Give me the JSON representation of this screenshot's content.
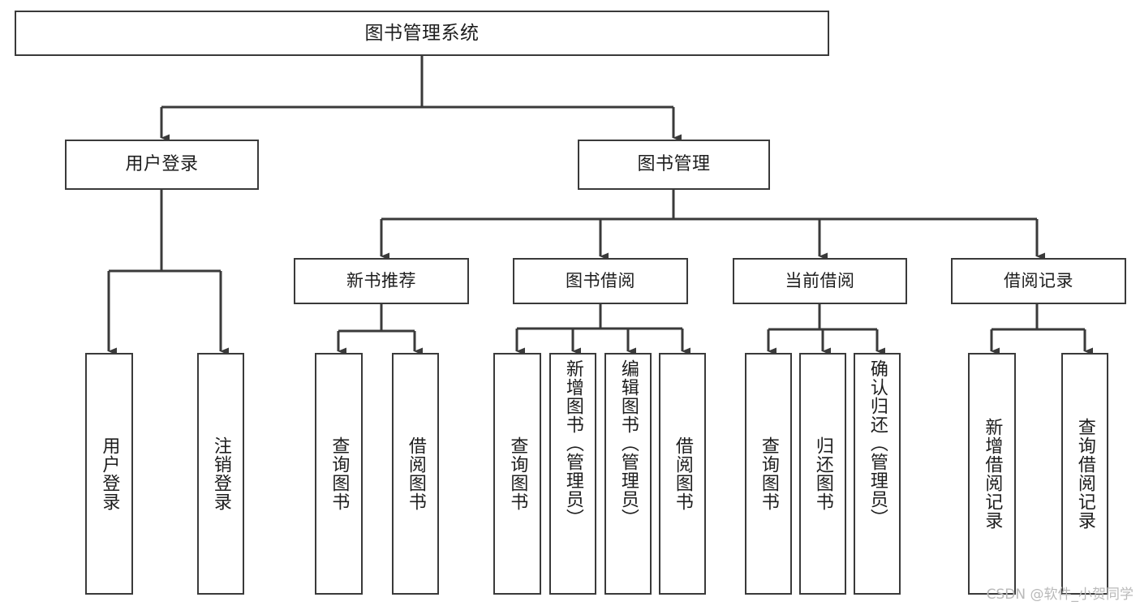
{
  "diagram": {
    "type": "tree",
    "title": "图书管理系统",
    "orientation": "top-down",
    "root": {
      "label": "图书管理系统"
    },
    "level2": [
      {
        "label": "用户登录"
      },
      {
        "label": "图书管理"
      }
    ],
    "level3": [
      {
        "label": "新书推荐"
      },
      {
        "label": "图书借阅"
      },
      {
        "label": "当前借阅"
      },
      {
        "label": "借阅记录"
      }
    ],
    "leaves": {
      "user_login": [
        {
          "label": "用户登录"
        },
        {
          "label": "注销登录"
        }
      ],
      "new_book_recommend": [
        {
          "label": "查询图书"
        },
        {
          "label": "借阅图书"
        }
      ],
      "book_borrow": [
        {
          "label": "查询图书"
        },
        {
          "label": "新增图书（管理员）"
        },
        {
          "label": "编辑图书（管理员）"
        },
        {
          "label": "借阅图书"
        }
      ],
      "current_borrow": [
        {
          "label": "查询图书"
        },
        {
          "label": "归还图书"
        },
        {
          "label": "确认归还（管理员）"
        }
      ],
      "borrow_record": [
        {
          "label": "新增借阅记录"
        },
        {
          "label": "查询借阅记录"
        }
      ]
    }
  },
  "watermark": {
    "text": "CSDN @软件_小贺同学"
  },
  "colors": {
    "border": "#3a3a3a",
    "background": "#ffffff",
    "text": "#1d1d1d",
    "watermark": "#b9b9b9"
  }
}
